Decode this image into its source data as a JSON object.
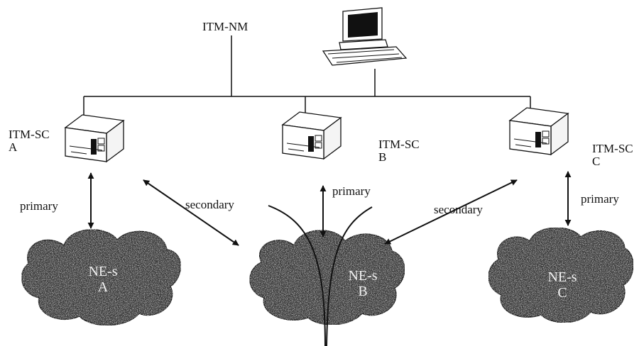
{
  "nm": {
    "label": "ITM-NM",
    "icon": "computer-workstation-icon"
  },
  "servers": [
    {
      "name_line1": "ITM-SC",
      "name_line2": "A",
      "icon": "server-icon"
    },
    {
      "name_line1": "ITM-SC",
      "name_line2": "B",
      "icon": "server-icon"
    },
    {
      "name_line1": "ITM-SC",
      "name_line2": "C",
      "icon": "server-icon"
    }
  ],
  "links": {
    "primary": "primary",
    "secondary": "secondary"
  },
  "clouds": [
    {
      "line1": "NE-s",
      "line2": "A"
    },
    {
      "line1": "NE-s",
      "line2": "B"
    },
    {
      "line1": "NE-s",
      "line2": "C"
    }
  ],
  "colors": {
    "line": "#111111",
    "cloud_fill": "#3a3a3a",
    "cloud_text": "#f2f2f2",
    "device": "#ffffff"
  }
}
